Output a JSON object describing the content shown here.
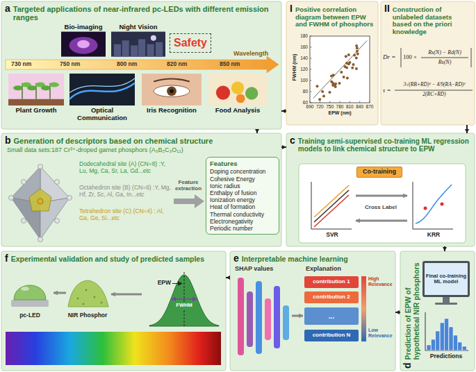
{
  "diagram": {
    "nodes": [
      {
        "text": [
          "a",
          "Targeted applications of near-infrared pc-LEDs with different emission ranges"
        ]
      },
      {
        "text": [
          "Bio-imaging"
        ],
        "in": 0
      },
      {
        "text": [
          "Night Vision"
        ],
        "in": 0
      },
      {
        "text": [
          "Safety"
        ],
        "in": 0
      },
      {
        "text": [
          "Plant Growth"
        ],
        "in": 0
      },
      {
        "text": [
          "Optical Communication"
        ],
        "in": 0
      },
      {
        "text": [
          "Iris Recognition"
        ],
        "in": 0
      },
      {
        "text": [
          "Food Analysis"
        ],
        "in": 0
      },
      {
        "text": [
          "I",
          "Positive correlation diagram between EPW and FWHM of phosphors"
        ]
      },
      {
        "text": [
          "II",
          "Construction of unlabeled datasets based on the priori knowledge"
        ]
      },
      {
        "text": [
          "b",
          "Generation of descriptors based on chemical structure"
        ]
      },
      {
        "text": [
          "Features",
          "Doping concentration",
          "Cohesive Energy",
          "Ionic radius",
          "Enthalpy of fusion",
          "Ionization energy",
          "Heat of formation",
          "Thermal conductivity",
          "Electronegativity",
          "Periodic number"
        ],
        "in": 10
      },
      {
        "text": [
          "c",
          "Training semi-supervised co-training ML regression models to link chemical structure to EPW"
        ]
      },
      {
        "text": [
          "Co-training"
        ],
        "in": 12
      },
      {
        "text": [
          "d",
          "Prediction of EPW of hypothetical NIR phosphors"
        ]
      },
      {
        "text": [
          "Final co-training ML model"
        ],
        "in": 14
      },
      {
        "text": [
          "e",
          "Interpretable machine learning"
        ]
      },
      {
        "text": [
          "contribution 1"
        ],
        "in": 16
      },
      {
        "text": [
          "contribution 2"
        ],
        "in": 16
      },
      {
        "text": [
          "..."
        ],
        "in": 16
      },
      {
        "text": [
          "contribution N"
        ],
        "in": 16
      },
      {
        "text": [
          "f",
          "Experimental validation and study of predicted samples"
        ]
      }
    ],
    "edges": [
      {
        "from": 8,
        "to": 0,
        "arrow": "to"
      },
      {
        "from": 9,
        "to": 12,
        "arrow": "to"
      },
      {
        "from": 0,
        "to": 10,
        "arrow": "to"
      },
      {
        "from": 10,
        "to": 12,
        "arrow": "to"
      },
      {
        "from": 12,
        "to": 14,
        "arrow": "to"
      },
      {
        "from": 14,
        "to": 16,
        "arrow": "to"
      },
      {
        "from": 16,
        "to": 21,
        "arrow": "to"
      }
    ],
    "labels": [
      "730 nm",
      "750 nm",
      "800 nm",
      "820 nm",
      "850 nm",
      "Wavelength",
      "180",
      "160",
      "140",
      "120",
      "100",
      "80",
      "60",
      "690",
      "720",
      "750",
      "780",
      "810",
      "840",
      "870",
      "FWHM (nm)",
      "EPW (nm)",
      "Dr =",
      "100 ×",
      "Rs(N) − Rd(N)",
      "Rs(N)",
      "τ =",
      "3√(RB+RD)² − 4/9(RA−RD)²",
      "2(RC+RD)",
      "Small data sets:187 Cr³⁺-droped garnet phosphors (A₃B₂C₃O₁₂)",
      "Dodecahedral site (A) (CN=8) :Y, Lu, Mg, Ca, Sr, La, Gd...etc",
      "Octahedron site (B) (CN=6) :Y, Mg, Hf, Zr, Sc, Al, Ga, In...etc",
      "Tetrahedron site (C) (CN=4) : Al, Ga, Ge, Si...etc",
      "Feature extraction",
      "Cross Label",
      "SVR",
      "KRR",
      "Predictions",
      "SHAP values",
      "Explanation",
      "High Relevance",
      "Low Relevance",
      "pc-LED",
      "NIR Phosphor",
      "EPW",
      "FWHM"
    ]
  }
}
